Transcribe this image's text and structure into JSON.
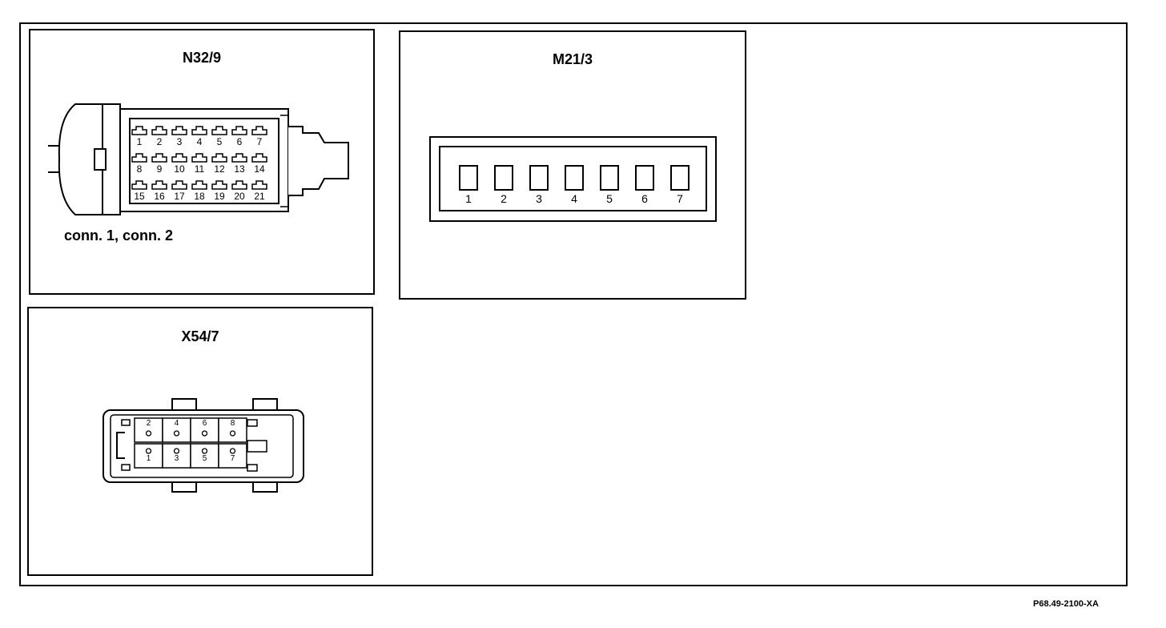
{
  "panels": {
    "n32_9": {
      "title": "N32/9",
      "caption": "conn. 1, conn. 2",
      "pins_row1": [
        "1",
        "2",
        "3",
        "4",
        "5",
        "6",
        "7"
      ],
      "pins_row2": [
        "8",
        "9",
        "10",
        "11",
        "12",
        "13",
        "14"
      ],
      "pins_row3": [
        "15",
        "16",
        "17",
        "18",
        "19",
        "20",
        "21"
      ]
    },
    "m21_3": {
      "title": "M21/3",
      "pins": [
        "1",
        "2",
        "3",
        "4",
        "5",
        "6",
        "7"
      ]
    },
    "x54_7": {
      "title": "X54/7",
      "pins_top": [
        "2",
        "4",
        "6",
        "8"
      ],
      "pins_bottom": [
        "1",
        "3",
        "5",
        "7"
      ]
    }
  },
  "figure_id": "P68.49-2100-XA"
}
